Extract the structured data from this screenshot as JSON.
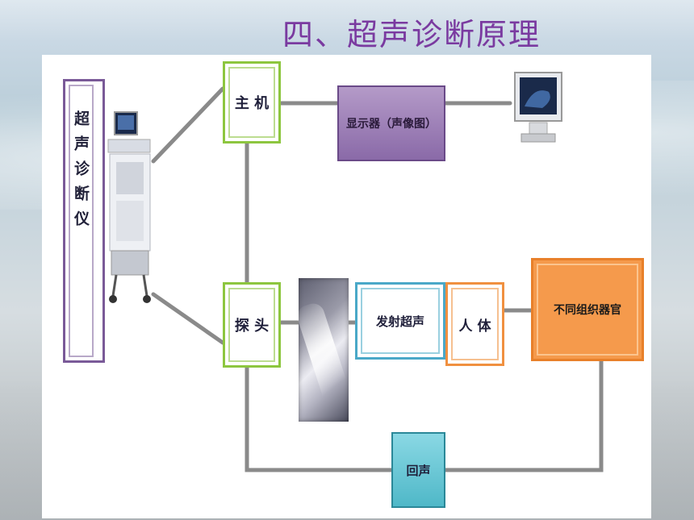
{
  "title": "四、超声诊断原理",
  "device_label": "超声诊断仪",
  "nodes": {
    "host": "主 机",
    "display": "显示器（声像图）",
    "probe": "探 头",
    "emit": "发射超声",
    "body": "人 体",
    "organs": "不同组织器官",
    "echo": "回声"
  },
  "colors": {
    "title": "#7a3aa0",
    "green": "#8dc63f",
    "purple": "#8a6aa8",
    "blue": "#4aa8c8",
    "orange": "#f09040",
    "teal": "#4fb8c8",
    "connector": "#8a8a8a"
  },
  "icons": [
    "ultrasound-machine-icon",
    "monitor-icon",
    "probe-photo"
  ]
}
